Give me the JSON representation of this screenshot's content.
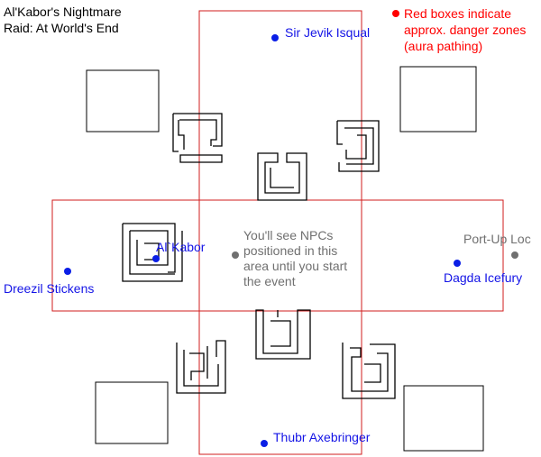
{
  "title": {
    "line1": "Al'Kabor's Nightmare",
    "line2": "Raid: At World's End"
  },
  "legend": {
    "line1": "Red boxes indicate",
    "line2": "approx. danger zones",
    "line3": "(aura pathing)"
  },
  "npcs": {
    "sir_jevik": "Sir Jevik Isqual",
    "alkabor": "Al`Kabor",
    "dreezil": "Dreezil Stickens",
    "dagda": "Dagda Icefury",
    "thubr": "Thubr Axebringer"
  },
  "locations": {
    "port_up": "Port-Up Loc"
  },
  "notes": {
    "npc_area": "You'll see NPCs\npositioned in this\narea until you start\nthe event"
  },
  "colors": {
    "npc_dot": "#0a1ee6",
    "npc_text": "#1414e6",
    "danger_zone": "#d21e1e",
    "legend_dot": "#ff0000",
    "note_text": "#707070",
    "note_dot": "#707070",
    "walls": "#000000"
  }
}
